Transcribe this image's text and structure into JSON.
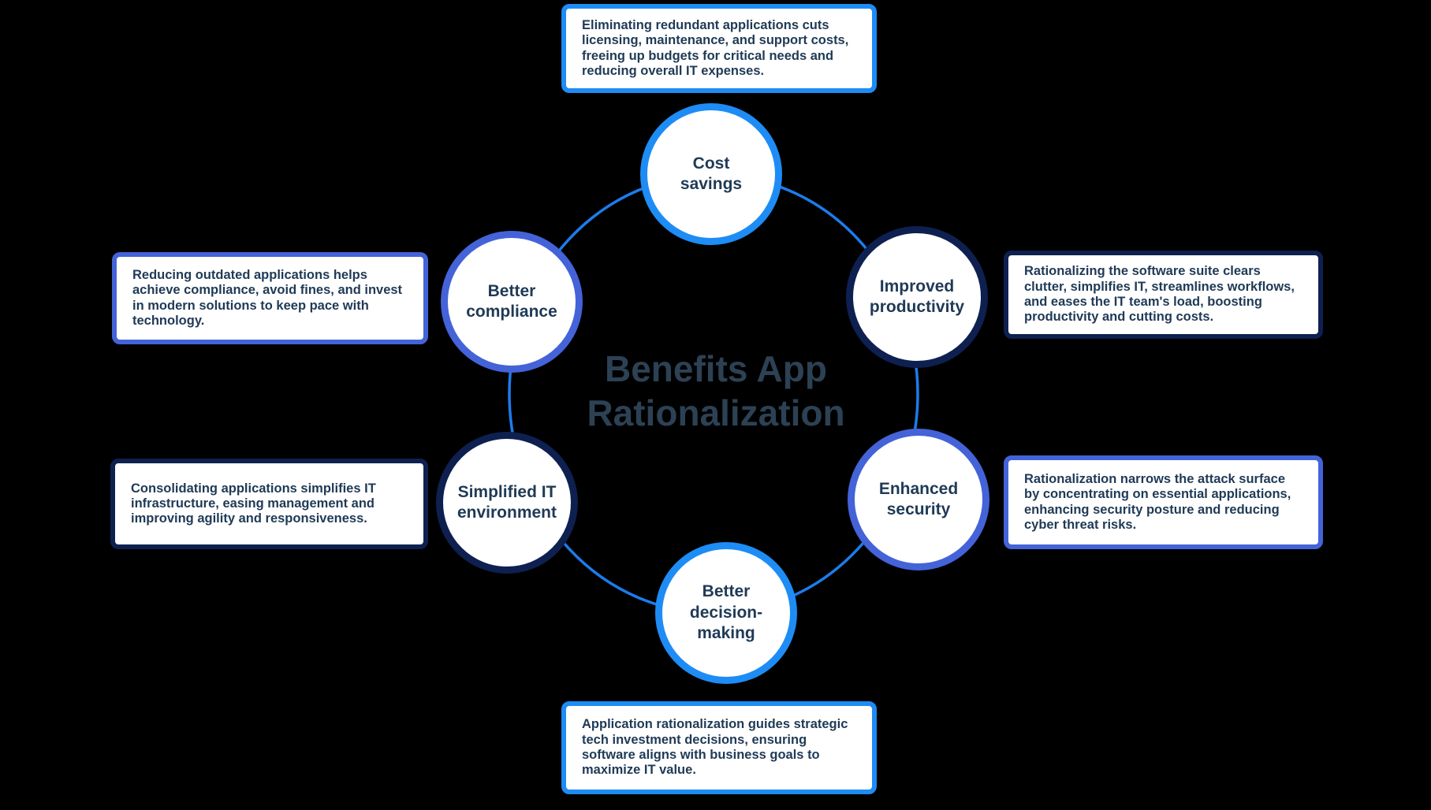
{
  "title": {
    "line1": "Benefits App",
    "line2": "Rationalization"
  },
  "colors": {
    "bright_blue": "#1E8CF5",
    "royal_blue": "#4463D8",
    "dark_navy": "#0E2050",
    "ring_blue": "#1C7CEC",
    "label_text": "#1F3A56",
    "title_text": "#2C4154",
    "node_fill": "#FFFFFF",
    "background": "#000000"
  },
  "nodes": [
    {
      "id": "cost-savings",
      "line1": "Cost",
      "line2": "savings"
    },
    {
      "id": "improved-productivity",
      "line1": "Improved",
      "line2": "productivity"
    },
    {
      "id": "enhanced-security",
      "line1": "Enhanced",
      "line2": "security"
    },
    {
      "id": "better-decision-making",
      "line1": "Better",
      "line2": "decision-making"
    },
    {
      "id": "simplified-it-environment",
      "line1": "Simplified IT",
      "line2": "environment"
    },
    {
      "id": "better-compliance",
      "line1": "Better",
      "line2": "compliance"
    }
  ],
  "infoboxes": [
    {
      "for": "cost-savings",
      "text": "Eliminating redundant applications cuts licensing, maintenance, and support costs, freeing up budgets for critical needs and reducing overall IT expenses."
    },
    {
      "for": "improved-productivity",
      "text": "Rationalizing the software suite clears clutter, simplifies IT, streamlines workflows, and eases the IT team's load, boosting productivity and cutting costs."
    },
    {
      "for": "enhanced-security",
      "text": "Rationalization narrows the attack surface by concentrating on essential applications, enhancing security posture and reducing cyber threat risks."
    },
    {
      "for": "better-decision-making",
      "text": "Application rationalization guides strategic tech investment decisions, ensuring software aligns with business goals to maximize IT value."
    },
    {
      "for": "simplified-it-environment",
      "text": "Consolidating applications simplifies IT infrastructure, easing management and improving agility and responsiveness."
    },
    {
      "for": "better-compliance",
      "text": "Reducing outdated applications helps achieve compliance, avoid fines, and invest in modern solutions to keep pace with technology."
    }
  ]
}
